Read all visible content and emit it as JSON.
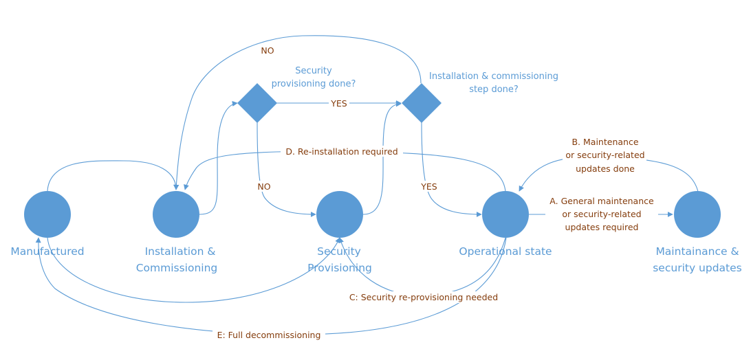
{
  "diagram": {
    "states": {
      "manufactured": {
        "label": [
          "Manufactured"
        ]
      },
      "installation": {
        "label": [
          "Installation &",
          "Commissioning"
        ]
      },
      "security": {
        "label": [
          "Security",
          "Provisioning"
        ]
      },
      "operational": {
        "label": [
          "Operational state"
        ]
      },
      "maintenance": {
        "label": [
          "Maintainance &",
          "security updates"
        ]
      }
    },
    "decisions": {
      "security_done": {
        "label": [
          "Security",
          "provisioning done?"
        ]
      },
      "install_done": {
        "label": [
          "Installation & commissioning",
          "step done?"
        ]
      }
    },
    "edge_labels": {
      "no_top": "NO",
      "yes_mid": "YES",
      "no_down": "NO",
      "yes_down": "YES",
      "d_reinstall": "D. Re-installation required",
      "b_maint_done": [
        "B. Maintenance",
        "or security-related",
        "updates done"
      ],
      "a_maint_required": [
        "A. General maintenance",
        "or security-related",
        "updates required"
      ],
      "c_reprovision": "C: Security re-provisioning needed",
      "e_decommission": "E: Full decommissioning"
    },
    "colors": {
      "node": "#5b9bd5",
      "state_text": "#5b9bd5",
      "edge_label_text": "#843c0c"
    }
  }
}
